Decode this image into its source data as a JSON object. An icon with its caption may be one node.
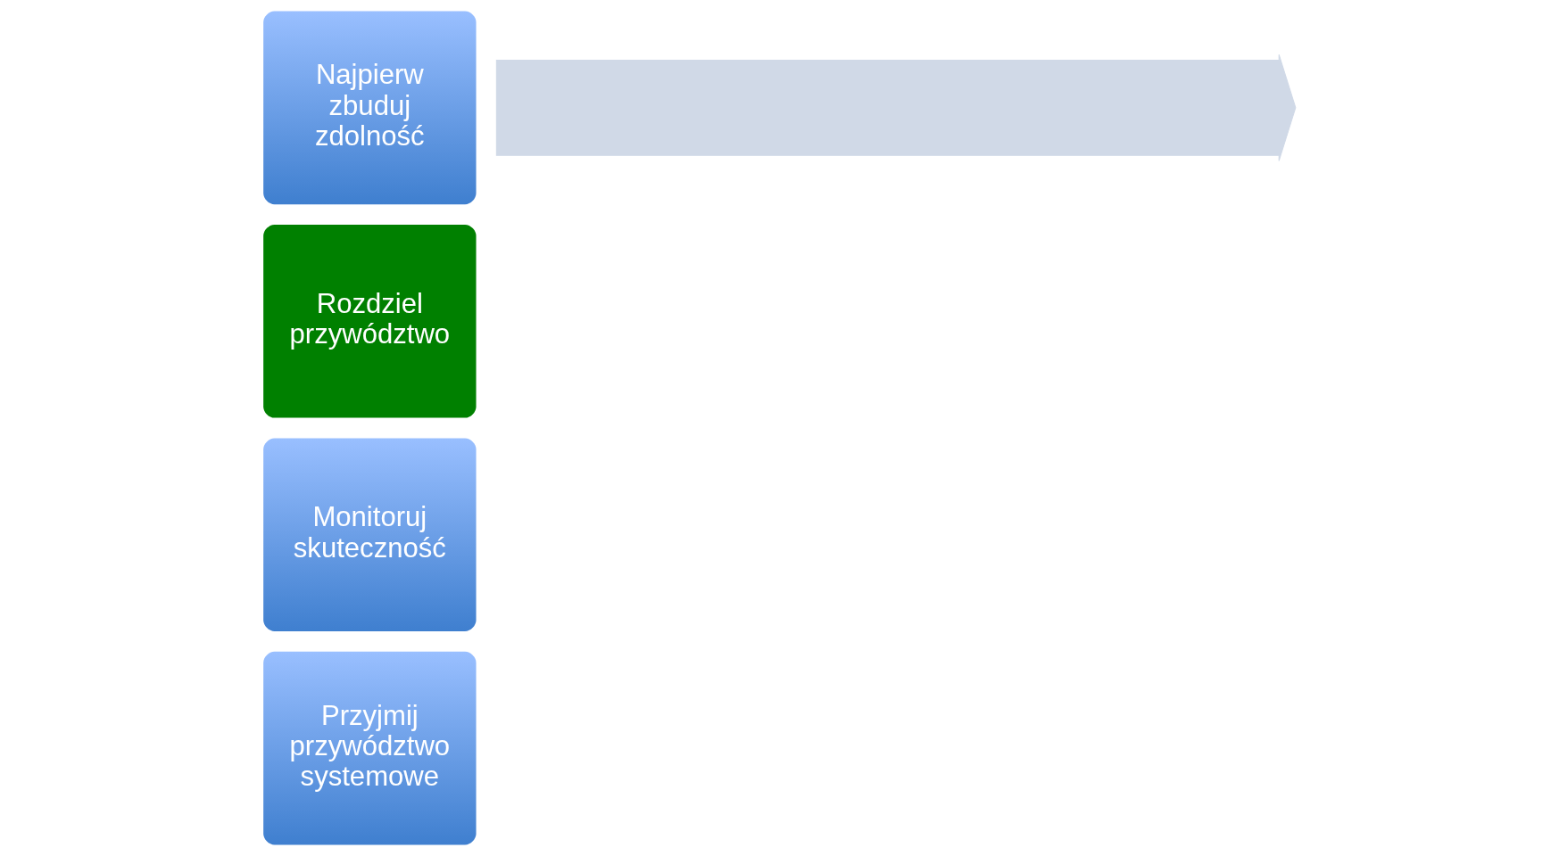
{
  "diagram": {
    "nodes": [
      {
        "text": [
          "Najpierw zbuduj zdolność"
        ]
      },
      {
        "text": [
          "Rozdziel przywództwo"
        ]
      },
      {
        "text": [
          "Monitoruj skuteczność"
        ]
      },
      {
        "text": [
          "Przyjmij przywództwo systemowe"
        ]
      },
      {
        "text": [],
        "shape": "arrow"
      }
    ]
  }
}
